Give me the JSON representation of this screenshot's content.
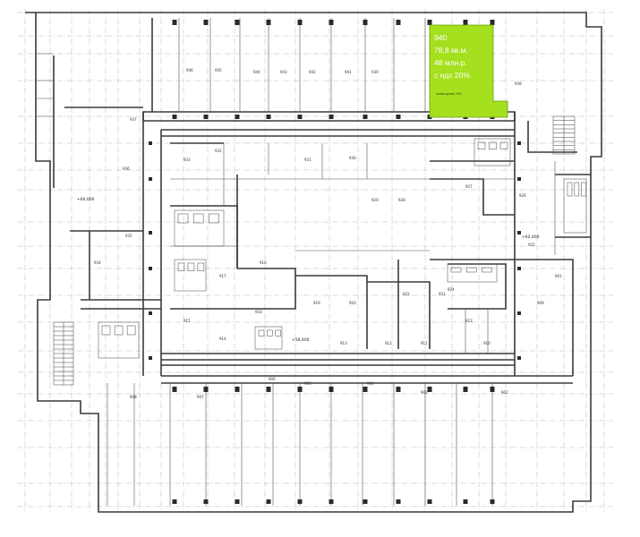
{
  "highlight_unit": {
    "number": "940",
    "area": "78,8 кв.м.",
    "price": "48 млн.р.",
    "vat": "с ндс 20%",
    "note": "помещение 9%",
    "fill_color": "#a4e01e"
  },
  "colors": {
    "line": "#3a3a3a",
    "grid": "#9a9a9a",
    "background": "#ffffff"
  },
  "elevations": {
    "left": "+60,000",
    "right": "+62,400",
    "center": "+58,400"
  },
  "room_labels": [
    {
      "id": "r1",
      "text": "946"
    },
    {
      "id": "r2",
      "text": "945"
    },
    {
      "id": "r3",
      "text": "944"
    },
    {
      "id": "r4",
      "text": "943"
    },
    {
      "id": "r5",
      "text": "942"
    },
    {
      "id": "r6",
      "text": "941"
    },
    {
      "id": "r7",
      "text": "939"
    },
    {
      "id": "r8",
      "text": "938"
    },
    {
      "id": "r9",
      "text": "937"
    },
    {
      "id": "r10",
      "text": "936"
    },
    {
      "id": "r11",
      "text": "935"
    },
    {
      "id": "r12",
      "text": "934"
    },
    {
      "id": "r13",
      "text": "933"
    },
    {
      "id": "r14",
      "text": "932"
    },
    {
      "id": "r15",
      "text": "931"
    },
    {
      "id": "r16",
      "text": "930"
    },
    {
      "id": "r17",
      "text": "929"
    },
    {
      "id": "r18",
      "text": "928"
    },
    {
      "id": "r19",
      "text": "927"
    },
    {
      "id": "r20",
      "text": "926"
    },
    {
      "id": "r21",
      "text": "925"
    },
    {
      "id": "r22",
      "text": "924"
    },
    {
      "id": "r23",
      "text": "923"
    },
    {
      "id": "r24",
      "text": "922"
    },
    {
      "id": "r25",
      "text": "921"
    },
    {
      "id": "r26",
      "text": "920"
    },
    {
      "id": "r27",
      "text": "919"
    },
    {
      "id": "r28",
      "text": "918"
    },
    {
      "id": "r29",
      "text": "917"
    },
    {
      "id": "r30",
      "text": "916"
    },
    {
      "id": "r31",
      "text": "915"
    },
    {
      "id": "r32",
      "text": "914"
    },
    {
      "id": "r33",
      "text": "913"
    },
    {
      "id": "r34",
      "text": "912"
    },
    {
      "id": "r35",
      "text": "911"
    },
    {
      "id": "r36",
      "text": "910"
    },
    {
      "id": "r37",
      "text": "909"
    },
    {
      "id": "r38",
      "text": "908"
    },
    {
      "id": "r39",
      "text": "907"
    },
    {
      "id": "r40",
      "text": "906"
    },
    {
      "id": "r41",
      "text": "905"
    },
    {
      "id": "r42",
      "text": "904"
    },
    {
      "id": "r43",
      "text": "903"
    },
    {
      "id": "r44",
      "text": "902"
    },
    {
      "id": "r45",
      "text": "901"
    }
  ]
}
